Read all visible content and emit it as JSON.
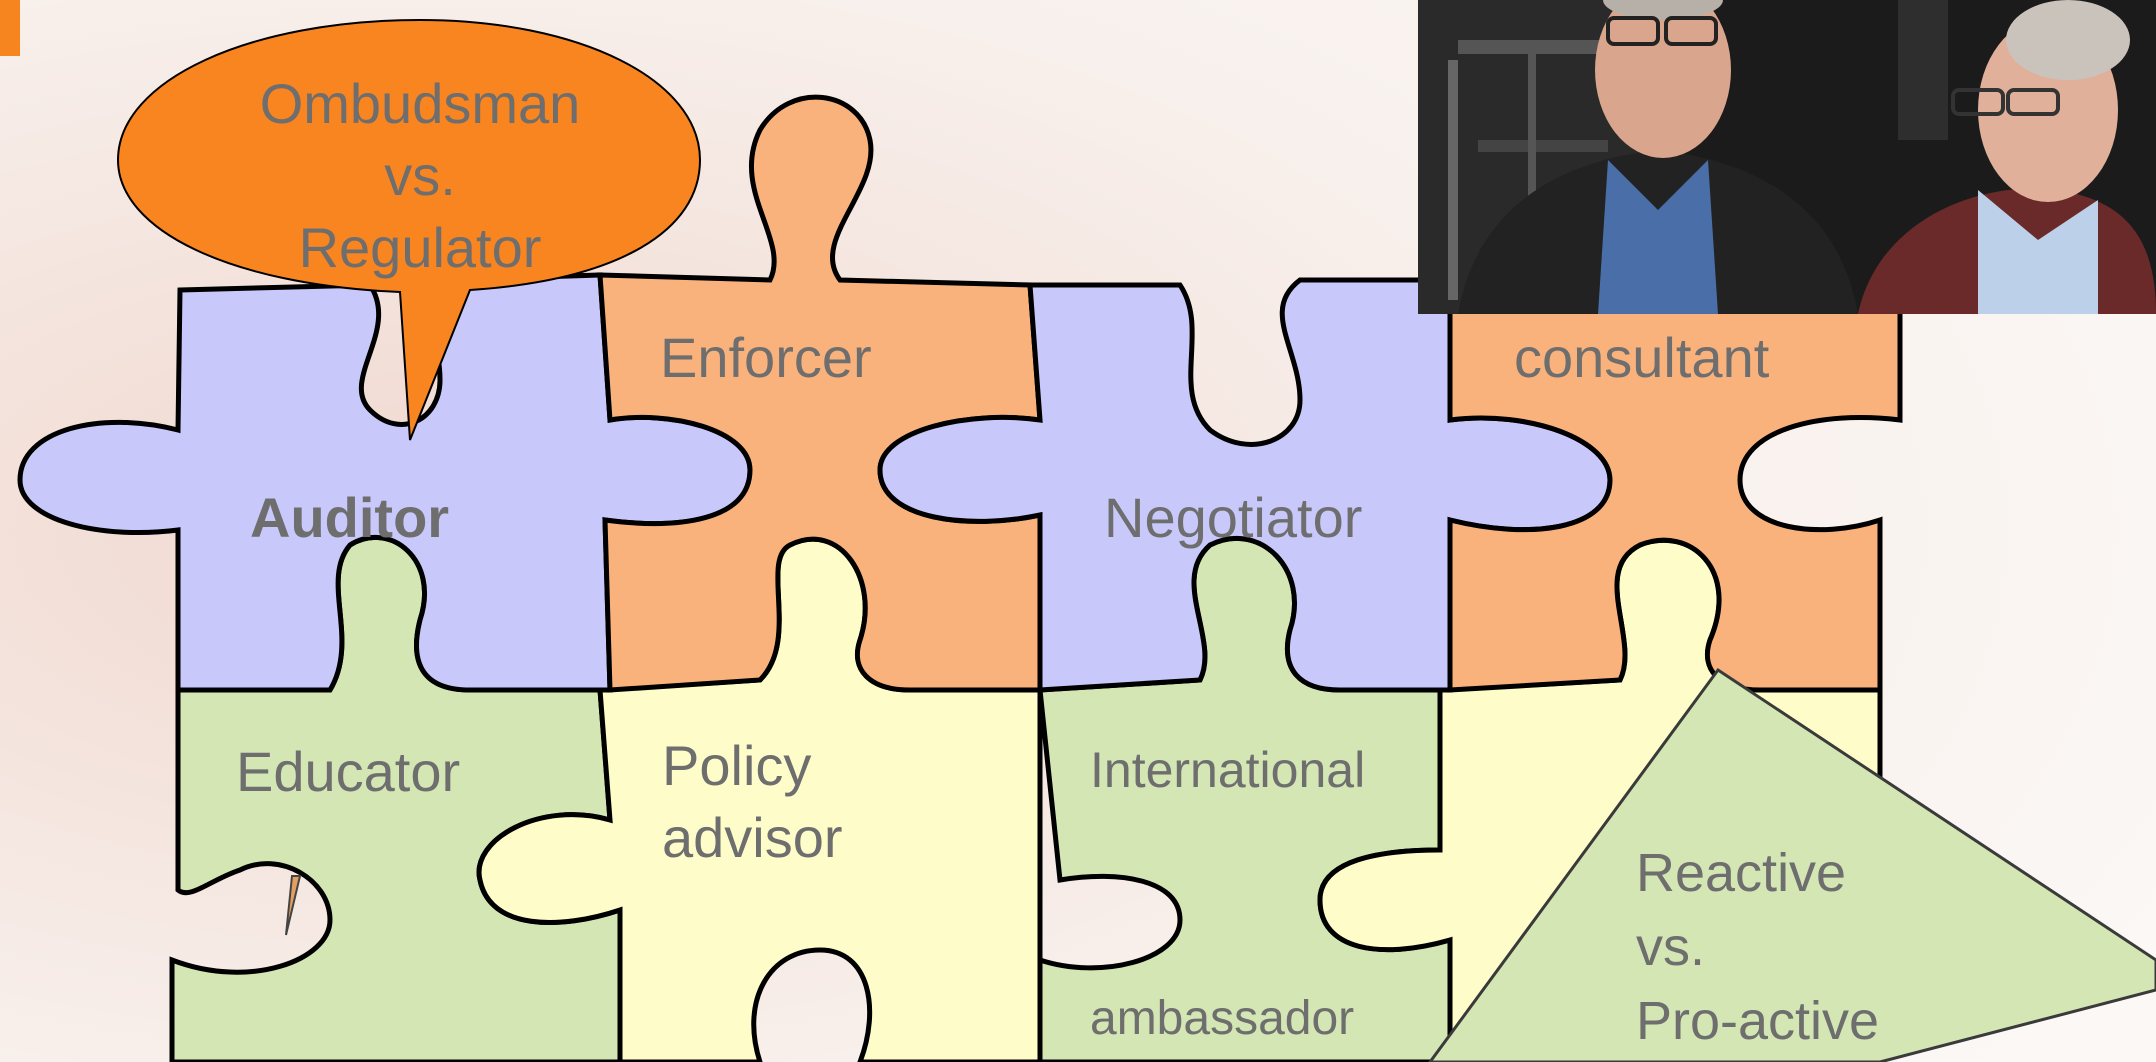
{
  "colors": {
    "accent": "#f7851f",
    "blue_piece": "#c8c8fb",
    "orange_piece": "#f9b27c",
    "green_piece": "#d3e6b4",
    "yellow_piece": "#fefdc9",
    "bubble": "#f88520",
    "triangle": "#d3e6b4",
    "text": "#6e6e6e"
  },
  "bubble": {
    "lines": [
      "Ombudsman",
      "vs.",
      "Regulator"
    ]
  },
  "pieces": {
    "auditor": "Auditor",
    "enforcer": "Enforcer",
    "negotiator": "Negotiator",
    "consultant": "consultant",
    "educator": "Educator",
    "policy_advisor": [
      "Policy",
      "advisor"
    ],
    "international": "International",
    "ambassador": "ambassador"
  },
  "triangle": {
    "lines": [
      "Reactive",
      "vs.",
      "Pro-active"
    ]
  },
  "photo": {
    "description_icon": "photo-of-two-men"
  }
}
